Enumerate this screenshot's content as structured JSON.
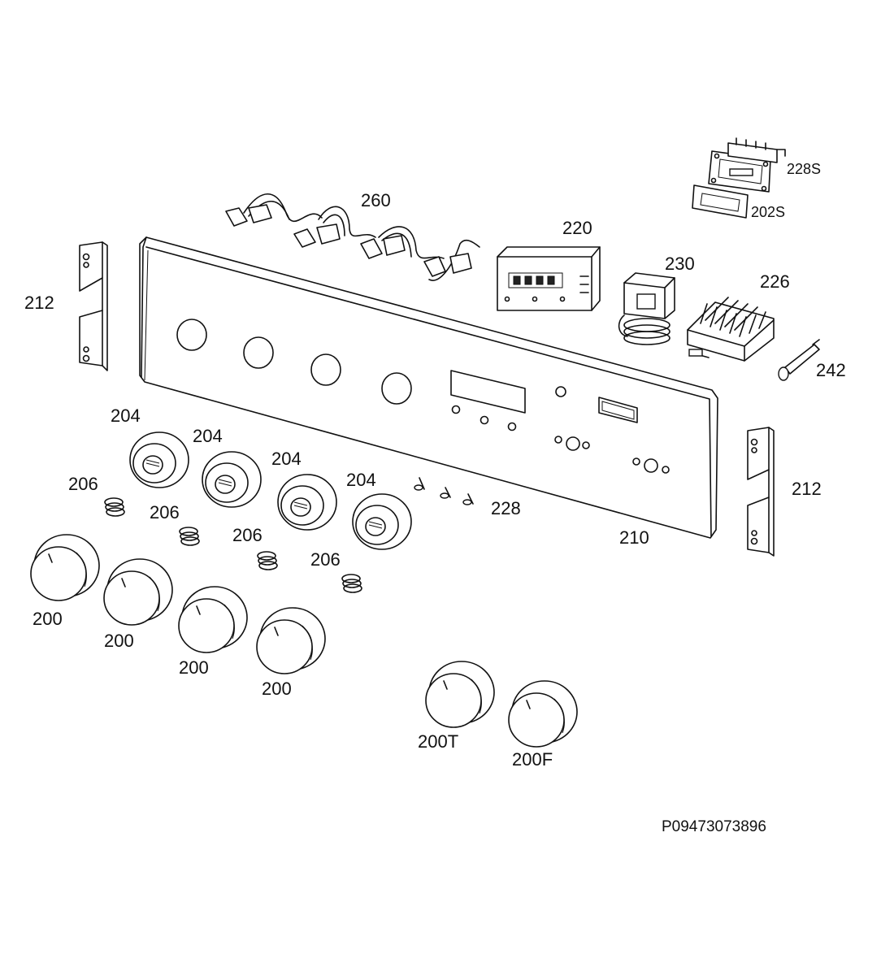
{
  "reference_code": "P09473073896",
  "callouts": {
    "knob_a": "200",
    "knob_b": "200",
    "knob_c": "200",
    "knob_d": "200",
    "knob_timer": "200T",
    "knob_function": "200F",
    "ring_a": "204",
    "ring_b": "204",
    "ring_c": "204",
    "ring_d": "204",
    "spring_a": "206",
    "spring_b": "206",
    "spring_c": "206",
    "spring_d": "206",
    "panel": "210",
    "bracket_left": "212",
    "bracket_right": "212",
    "clock": "220",
    "selector": "226",
    "screws": "228",
    "switch_top": "228S",
    "gasket": "202S",
    "thermostat": "230",
    "lamp": "242",
    "wiring": "260"
  }
}
